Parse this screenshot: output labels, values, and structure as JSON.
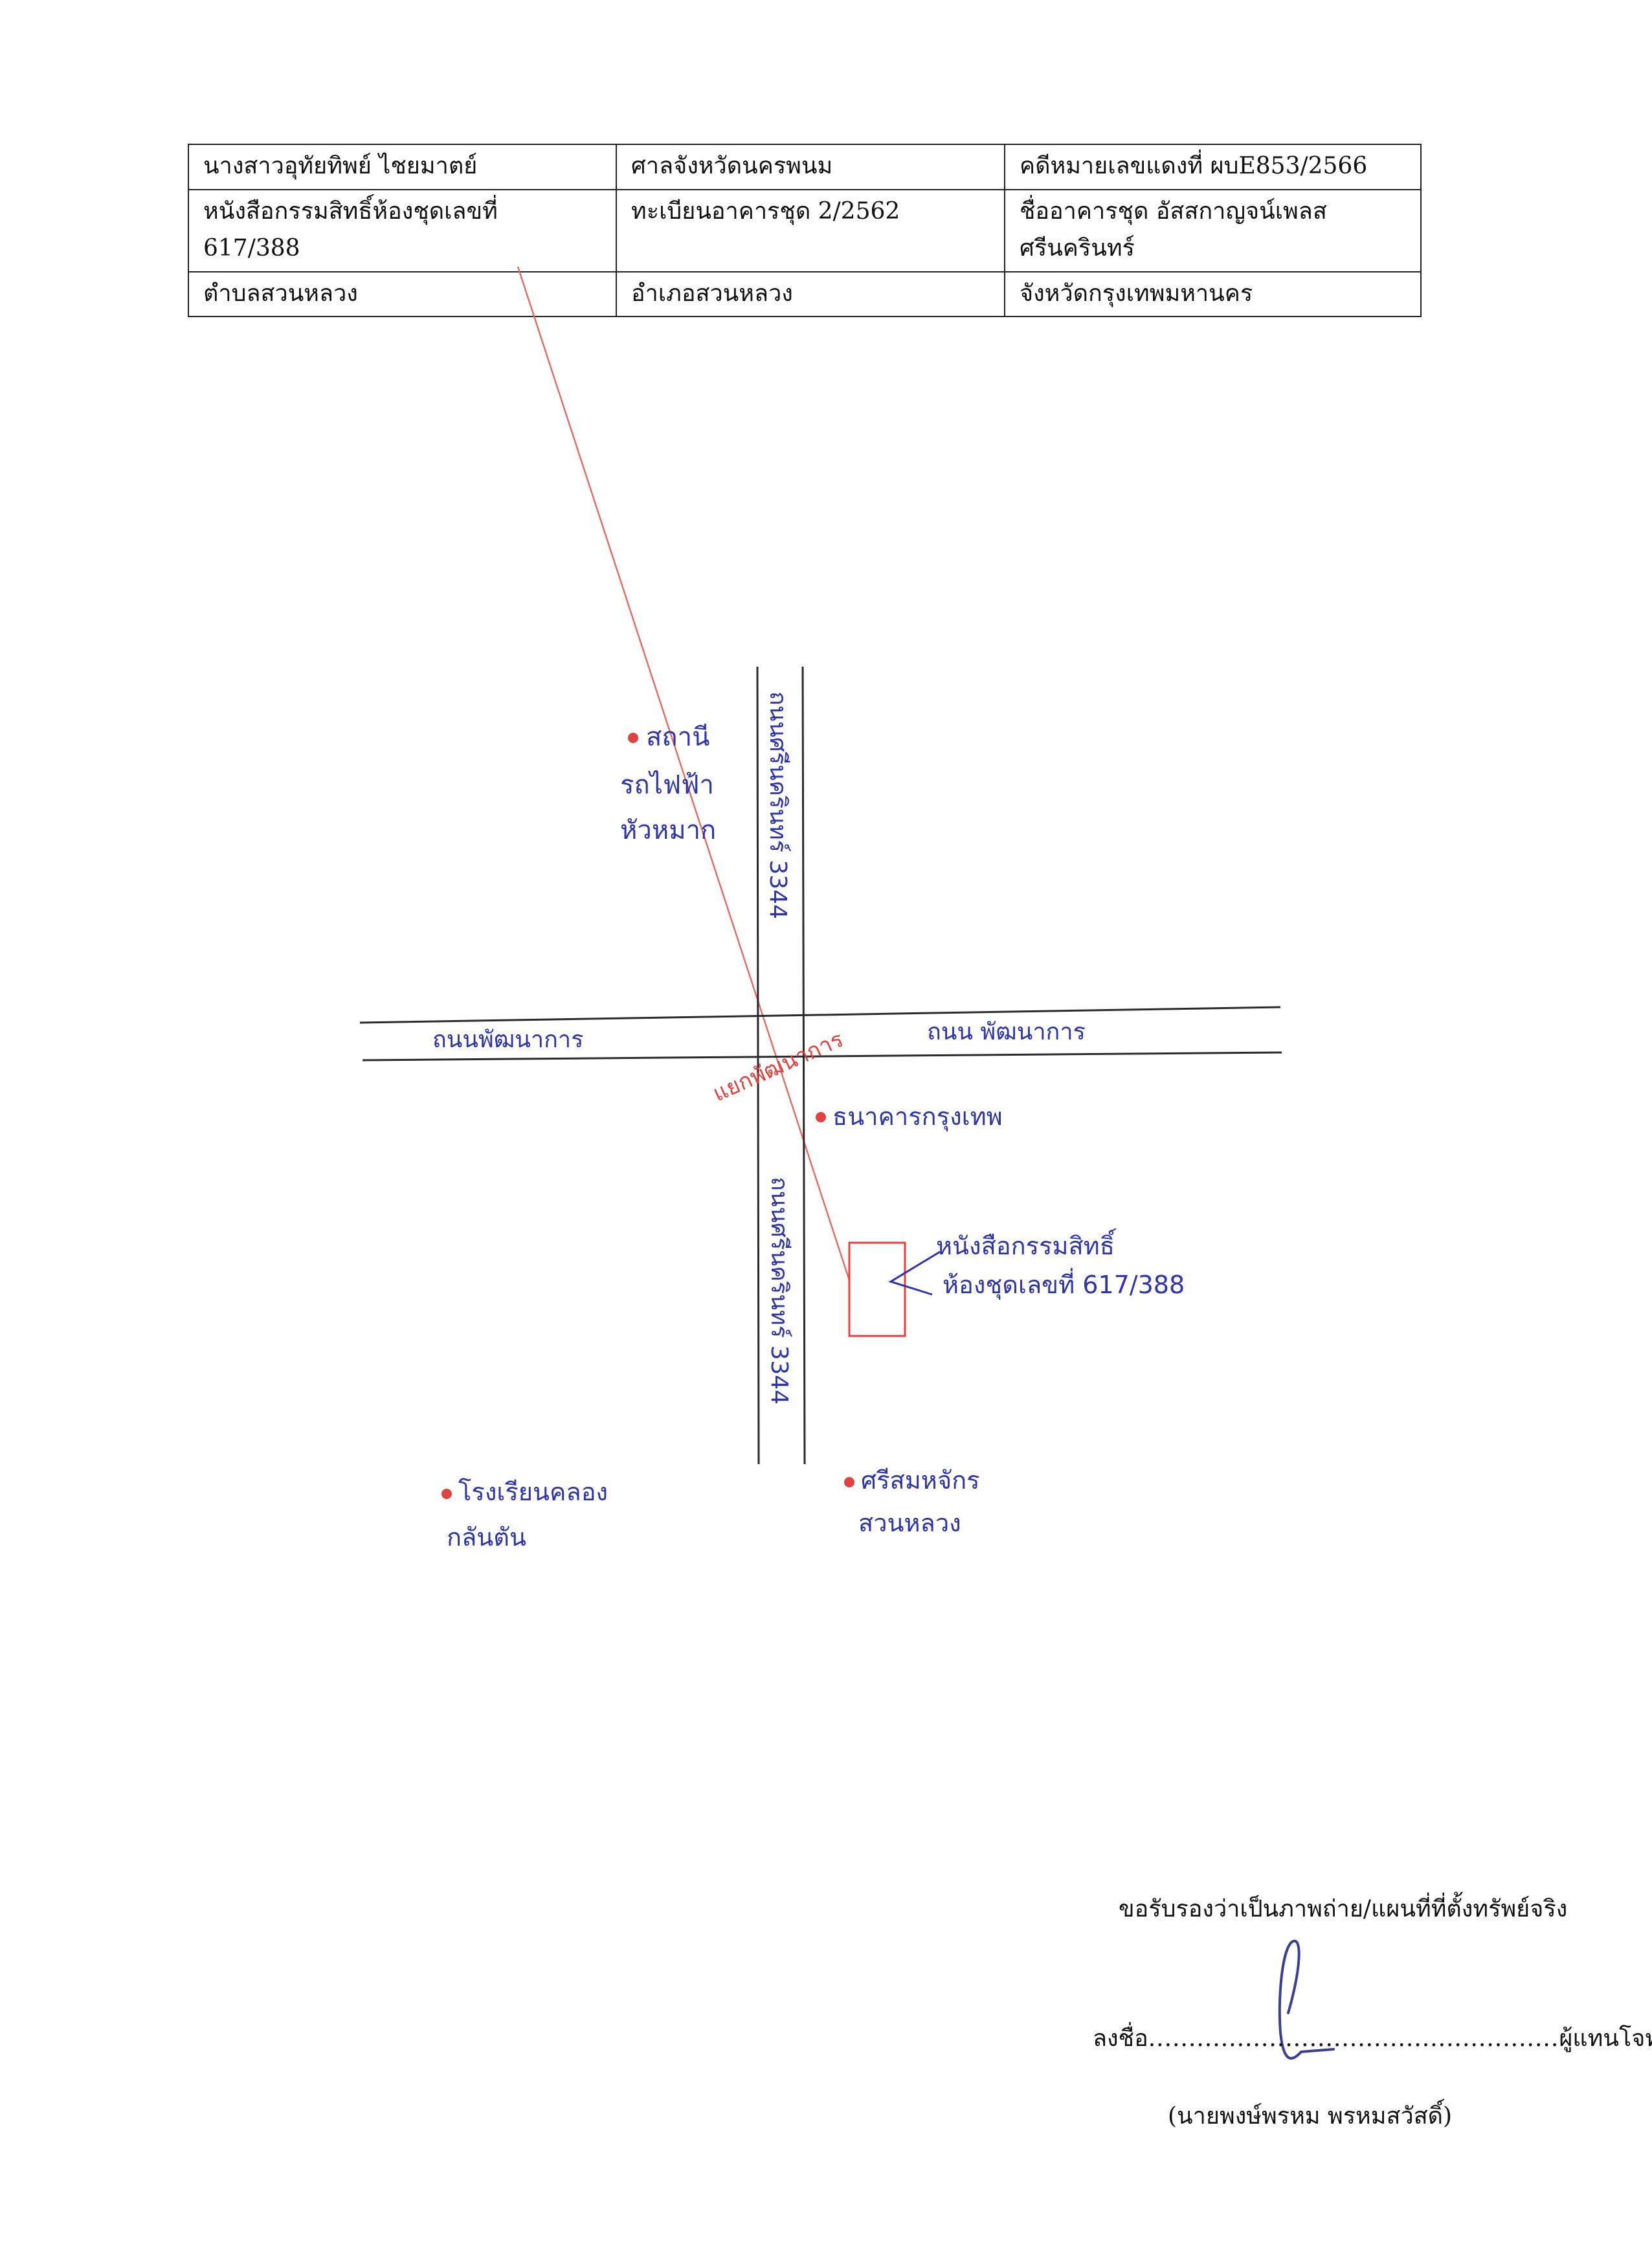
{
  "table": {
    "rows": [
      [
        "นางสาวอุทัยทิพย์ ไชยมาตย์",
        "ศาลจังหวัดนครพนม",
        "คดีหมายเลขแดงที่ ผบE853/2566"
      ],
      [
        "หนังสือกรรมสิทธิ์ห้องชุดเลขที่ 617/388",
        "ทะเบียนอาคารชุด 2/2562",
        "ชื่ออาคารชุด อัสสกาญจน์เพลส ศรีนครินทร์"
      ],
      [
        "ตำบลสวนหลวง",
        "อำเภอสวนหลวง",
        "จังหวัดกรุงเทพมหานคร"
      ]
    ]
  },
  "map": {
    "road_vertical_top": "ถนนศรีนครินทร์ 3344",
    "road_vertical_bottom": "ถนนศรีนครินทร์ 3344",
    "road_horizontal_left": "ถนนพัฒนาการ",
    "road_horizontal_right": "ถนน พัฒนาการ",
    "intersection": "แยกพัฒนาการ",
    "landmarks": {
      "station": [
        "สถานี",
        "รถไฟฟ้า",
        "หัวหมาก"
      ],
      "bank": "ธนาคารกรุงเทพ",
      "school": [
        "โรงเรียนคลอง",
        "กลันตัน"
      ],
      "police": [
        "ศรีสมหจักร",
        "สวนหลวง"
      ]
    },
    "property_label": [
      "หนังสือกรรมสิทธิ์",
      "ห้องชุดเลขที่ 617/388"
    ],
    "colors": {
      "ink_blue": "#2f35a8",
      "ink_red": "#e0433f",
      "road": "#2a2a2a"
    }
  },
  "certification": {
    "statement": "ขอรับรองว่าเป็นภาพถ่าย/แผนที่ที่ตั้งทรัพย์จริง",
    "sign_prefix": "ลงชื่อ",
    "sign_dots": "...................................................",
    "sign_suffix": "ผู้แทนโจทก์",
    "signer": "(นายพงษ์พรหม พรหมสวัสดิ์)"
  }
}
